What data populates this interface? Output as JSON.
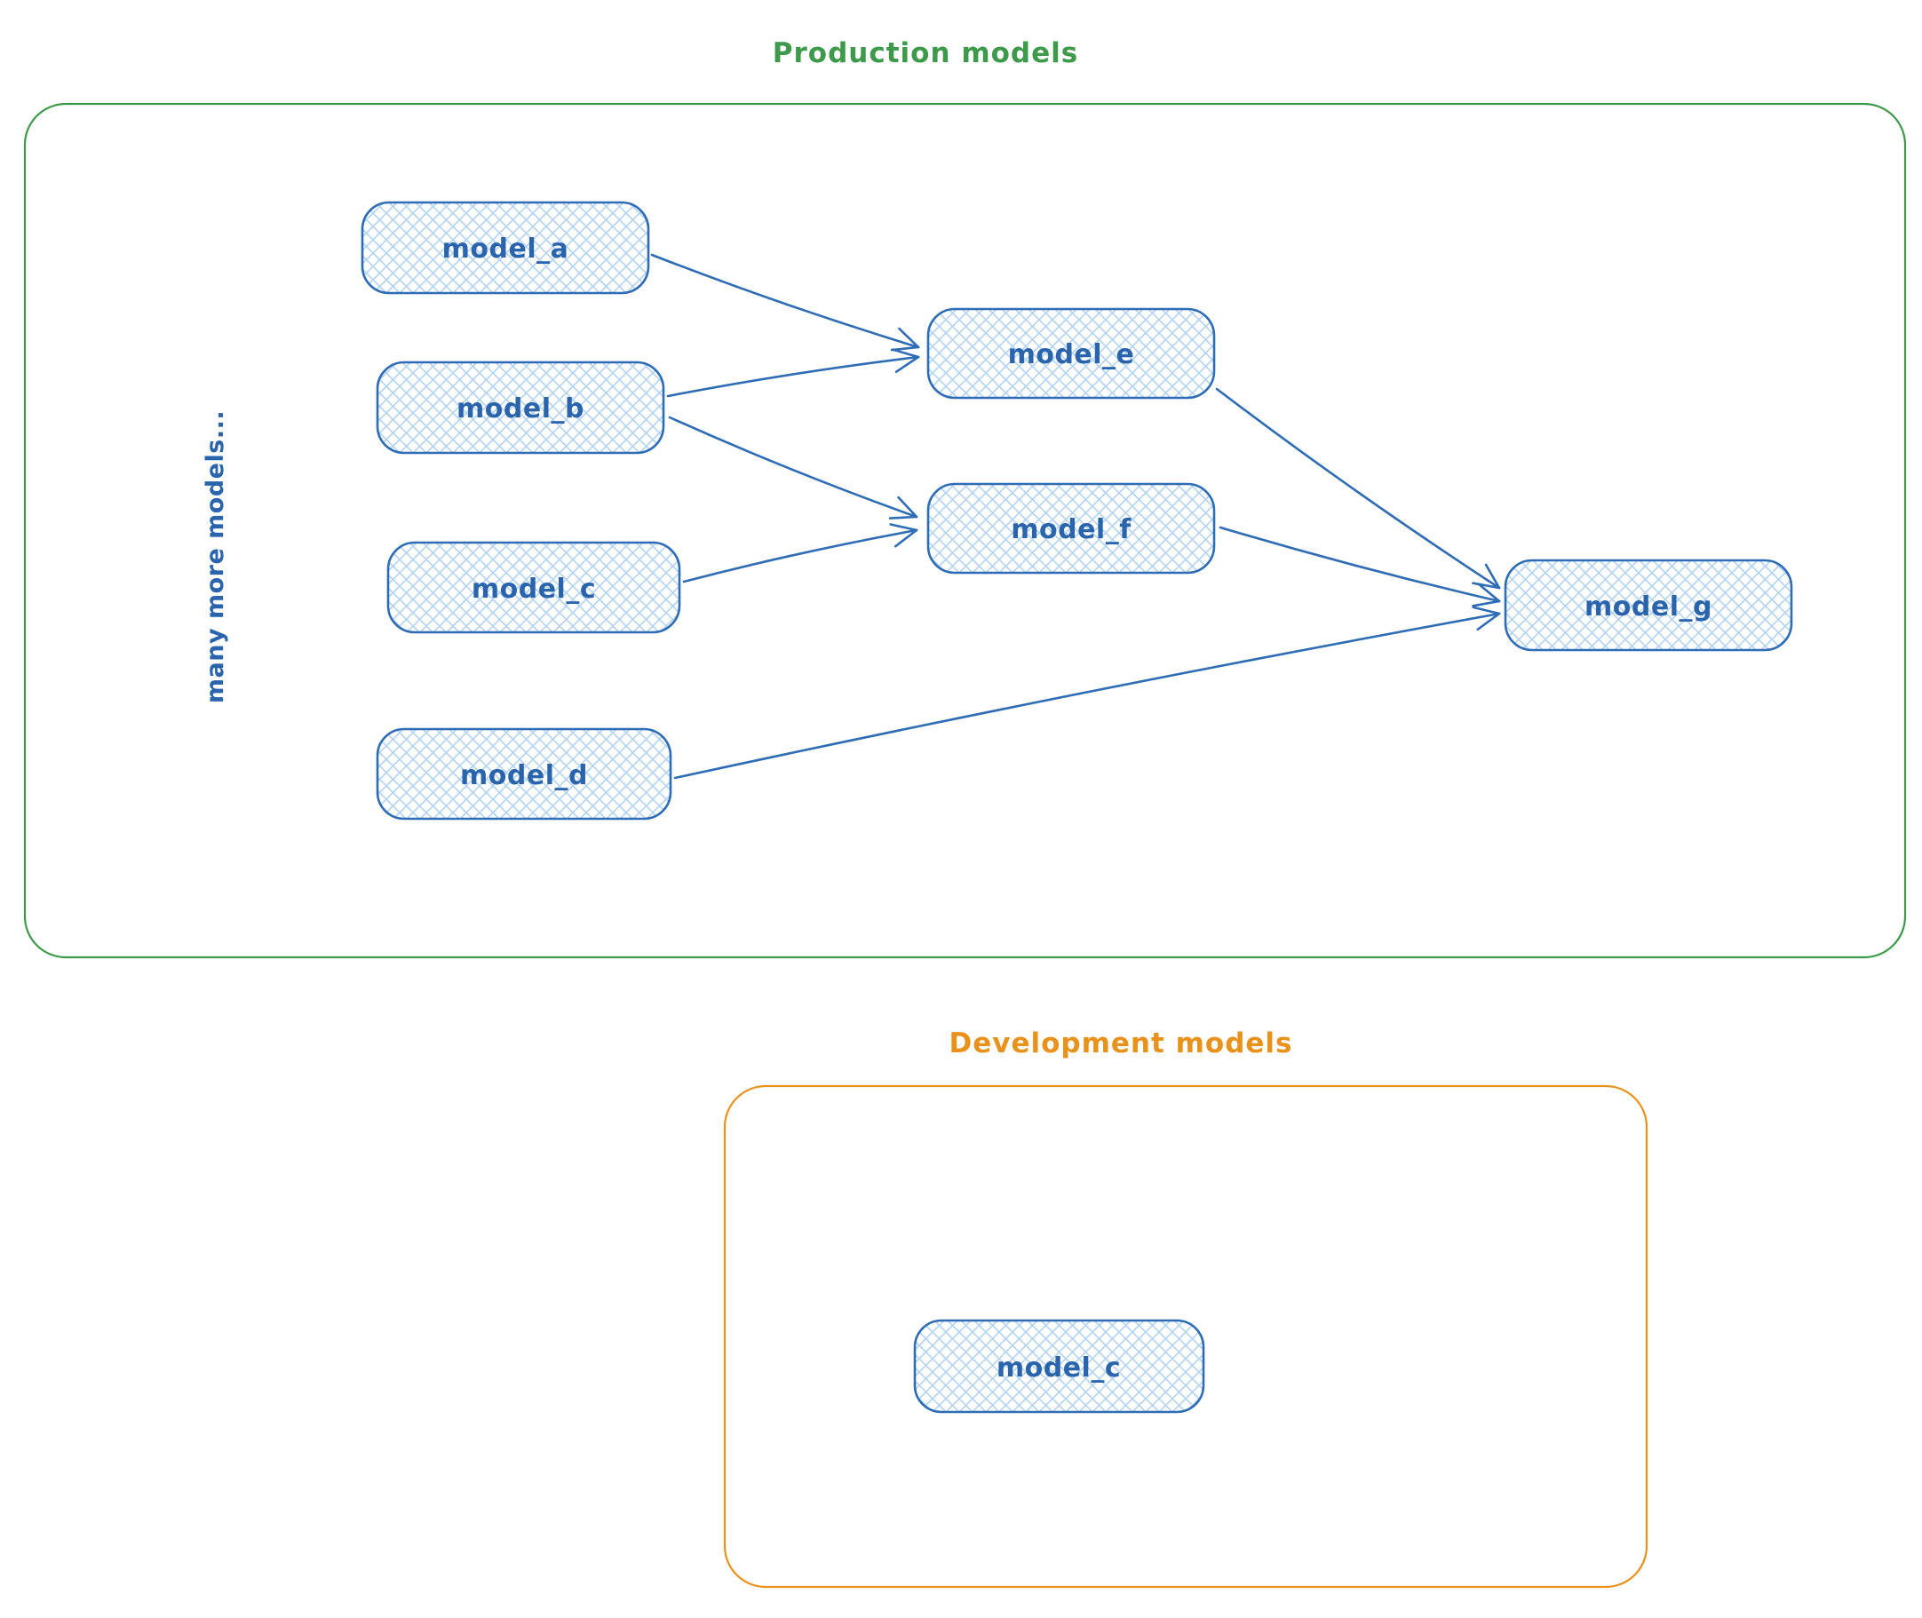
{
  "production": {
    "title": "Production models",
    "side_note": "many more models...",
    "accent_color": "#3d9a4a",
    "nodes": [
      {
        "id": "model_a",
        "label": "model_a"
      },
      {
        "id": "model_b",
        "label": "model_b"
      },
      {
        "id": "model_c",
        "label": "model_c"
      },
      {
        "id": "model_d",
        "label": "model_d"
      },
      {
        "id": "model_e",
        "label": "model_e"
      },
      {
        "id": "model_f",
        "label": "model_f"
      },
      {
        "id": "model_g",
        "label": "model_g"
      }
    ],
    "edges": [
      {
        "from": "model_a",
        "to": "model_e"
      },
      {
        "from": "model_b",
        "to": "model_e"
      },
      {
        "from": "model_b",
        "to": "model_f"
      },
      {
        "from": "model_c",
        "to": "model_f"
      },
      {
        "from": "model_e",
        "to": "model_g"
      },
      {
        "from": "model_f",
        "to": "model_g"
      },
      {
        "from": "model_d",
        "to": "model_g"
      }
    ]
  },
  "development": {
    "title": "Development models",
    "accent_color": "#e8921c",
    "nodes": [
      {
        "id": "model_c_dev",
        "label": "model_c"
      }
    ]
  },
  "node_style": {
    "border_color": "#2e6cb5",
    "hatch_color": "#b3d3f3",
    "text_color": "#2a64ad"
  }
}
